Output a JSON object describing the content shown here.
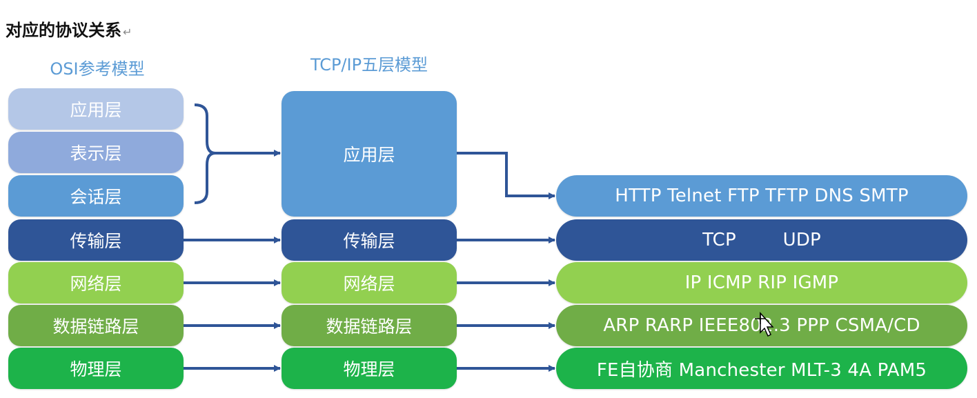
{
  "title": "对应的协议关系",
  "return_mark": "↵",
  "osi": {
    "heading": "OSI参考模型",
    "layers": [
      "应用层",
      "表示层",
      "会话层",
      "传输层",
      "网络层",
      "数据链路层",
      "物理层"
    ]
  },
  "tcpip": {
    "heading": "TCP/IP五层模型",
    "layers": [
      "应用层",
      "传输层",
      "网络层",
      "数据链路层",
      "物理层"
    ]
  },
  "protocols": [
    "HTTP Telnet FTP TFTP DNS SMTP",
    "TCP        UDP",
    "IP ICMP RIP IGMP",
    "ARP RARP IEEE802.3 PPP CSMA/CD",
    "FE自协商 Manchester MLT-3 4A PAM5"
  ],
  "colors": {
    "application_light": "#b4c7e7",
    "presentation": "#8faadc",
    "session": "#5b9bd5",
    "transport": "#2f5597",
    "network": "#92d050",
    "datalink": "#70ad47",
    "physical": "#1db34a",
    "arrow": "#2f5597"
  }
}
